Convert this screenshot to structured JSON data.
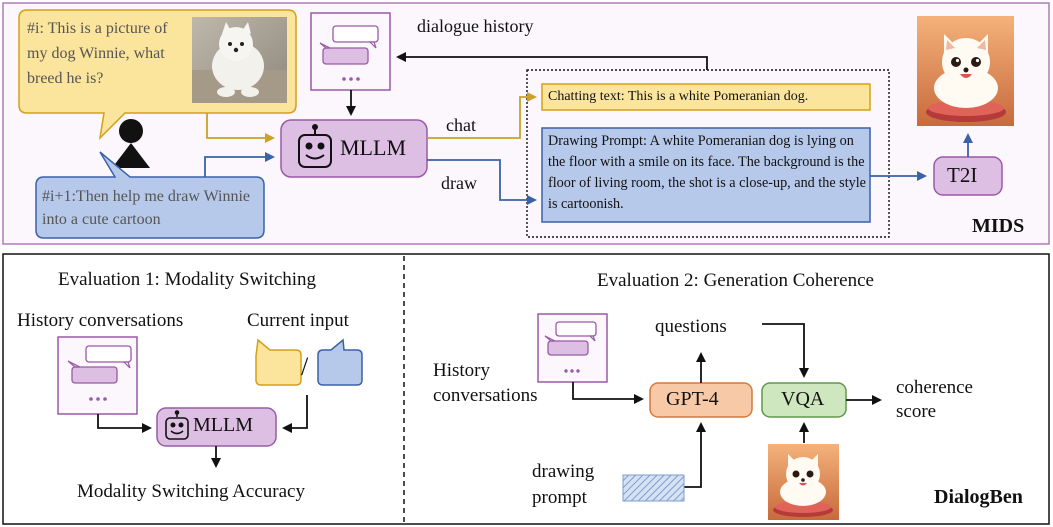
{
  "mids": {
    "label": "MIDS",
    "user_turn_1": "#i: This is a picture of my dog Winnie, what breed he is?",
    "user_turn_2": "#i+1:Then help me draw Winnie into a cute cartoon",
    "dialogue_history_label": "dialogue history",
    "mllm_label": "MLLM",
    "chat_label": "chat",
    "draw_label": "draw",
    "chatting_text": "Chatting text: This is a white Pomeranian dog.",
    "drawing_prompt": "Drawing Prompt: A white Pomeranian dog is lying on the floor with a smile on its face. The background is the floor of living room, the shot is a close-up, and the style is cartoonish.",
    "t2i_label": "T2I"
  },
  "dialogben": {
    "label": "DialogBen",
    "eval1": {
      "title": "Evaluation 1: Modality Switching",
      "history_label": "History conversations",
      "current_input_label": "Current input",
      "slash": "/",
      "mllm_label": "MLLM",
      "result_label": "Modality Switching Accuracy"
    },
    "eval2": {
      "title": "Evaluation 2: Generation Coherence",
      "history_label_line1": "History",
      "history_label_line2": "conversations",
      "gpt4_label": "GPT-4",
      "vqa_label": "VQA",
      "questions_label": "questions",
      "coherence_label_line1": "coherence",
      "coherence_label_line2": "score",
      "drawing_prompt_line1": "drawing",
      "drawing_prompt_line2": "prompt"
    }
  },
  "colors": {
    "mids_border": "#b07ab8",
    "mids_bg": "#fcf6fd",
    "yellow": "#fbe49c",
    "yellow_border": "#d4a017",
    "blue": "#b7c9ea",
    "blue_border": "#3a62a8",
    "purple": "#ddbfe3",
    "purple_border": "#9a5aa6",
    "orange": "#f7c9a6",
    "orange_border": "#d9793a",
    "green": "#cfe7be",
    "green_border": "#5f9a48",
    "chat_arrow": "#c9a227",
    "draw_arrow": "#3a62a8"
  },
  "icons": [
    "user-icon",
    "robot-icon",
    "history-window-icon",
    "speech-bubble-icon",
    "dog-photo",
    "cartoon-dog-image"
  ]
}
